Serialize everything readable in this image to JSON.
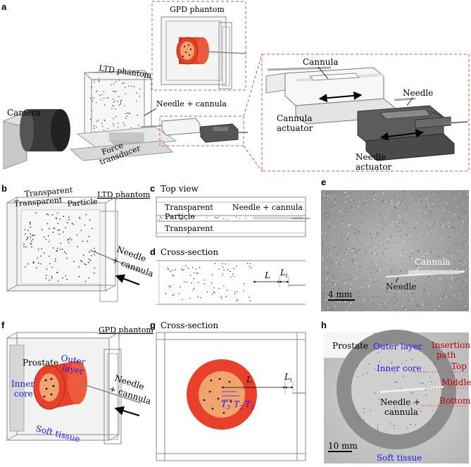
{
  "panel_labels": [
    "a",
    "b",
    "c",
    "d",
    "e",
    "f",
    "g",
    "h"
  ],
  "panel_a": {
    "gpd_phantom": "GPD phantom",
    "ltd_phantom": "LTD phantom",
    "camera": "Camera",
    "needle_cannula": "Needle + cannula",
    "force_line1": "Force",
    "force_line2": "transducer",
    "cannula": "Cannula",
    "needle": "Needle",
    "cannula_actuator_line1": "Cannula",
    "cannula_actuator_line2": "actuator",
    "needle_actuator_line1": "Needle",
    "needle_actuator_line2": "actuator"
  },
  "panel_b": {
    "title": "LTD phantom",
    "transparent_top": "Transparent",
    "transparent_mid": "Transparent",
    "particle": "Particle",
    "needle_line1": "Needle",
    "needle_line2": "+ cannula"
  },
  "panel_c": {
    "title": "Top view",
    "transparent_top": "Transparent",
    "needle_cannula": "Needle + cannula",
    "particle": "Particle",
    "transparent_bottom": "Transparent"
  },
  "panel_d": {
    "title": "Cross-section",
    "L": "L",
    "Li": "L",
    "Li_sub": "i"
  },
  "panel_e": {
    "cannula": "Cannula",
    "needle": "Needle",
    "scale": "4 mm"
  },
  "panel_f": {
    "title": "GPD phantom",
    "prostate": "Prostate",
    "outer_line1": "Outer",
    "outer_line2": "layer",
    "inner_line1": "Inner",
    "inner_line2": "core",
    "needle_line1": "Needle",
    "needle_line2": "+ cannula",
    "soft_tissue": "Soft tissue"
  },
  "panel_g": {
    "title": "Cross-section",
    "L": "L",
    "Li": "L",
    "Li_sub": "i",
    "T3": "T",
    "T3_sub": "3",
    "T2": "T",
    "T2_sub": "2",
    "T1": "T",
    "T1_sub": "1"
  },
  "panel_h": {
    "prostate": "Prostate",
    "outer_layer": "Outer layer",
    "inner_core": "Inner core",
    "insertion_line1": "Insertion",
    "insertion_line2": "path",
    "top": "Top",
    "middle": "Middle",
    "bottom": "Bottom",
    "needle_line1": "Needle +",
    "needle_line2": "cannula",
    "scale": "10 mm",
    "soft_tissue": "Soft tissue"
  },
  "colors": {
    "outer_layer": "#e8402a",
    "inner_core": "#f2a46e",
    "label_blue": "#1a1aff",
    "label_red": "#c00000",
    "dashed_red": "#e05050"
  }
}
